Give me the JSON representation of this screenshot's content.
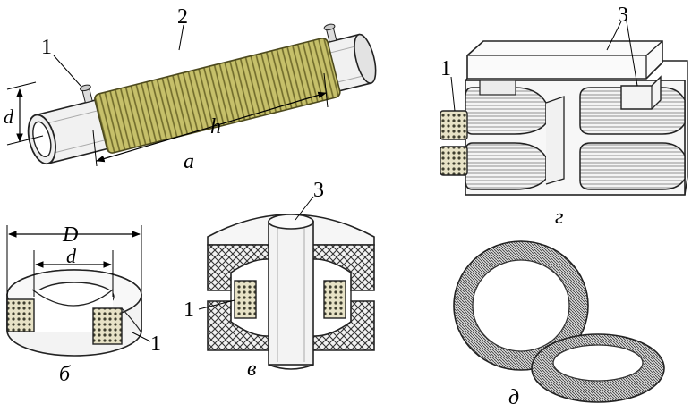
{
  "figure_a": {
    "label": "а",
    "callouts": [
      "1",
      "2"
    ],
    "dim_d": "d",
    "dim_h": "h",
    "winding_color": "#b8b25a"
  },
  "figure_b": {
    "label": "б",
    "callout": "1",
    "dim_D": "D",
    "dim_d": "d"
  },
  "figure_v": {
    "label": "в",
    "callouts": [
      "1",
      "3"
    ]
  },
  "figure_g": {
    "label": "г",
    "callouts": [
      "1",
      "3"
    ]
  },
  "figure_dd": {
    "label": "д"
  }
}
